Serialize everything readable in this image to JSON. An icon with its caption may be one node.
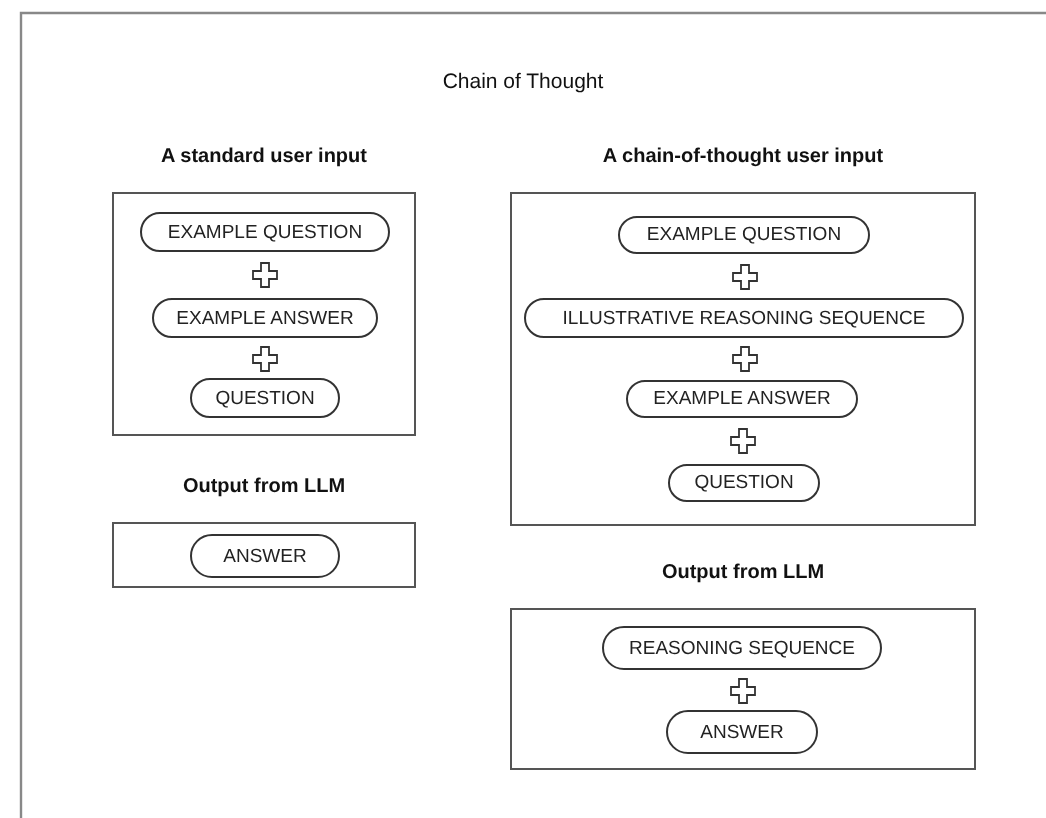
{
  "diagram": {
    "title": "Chain of Thought",
    "nodes": [
      {
        "text": [
          "A standard user input"
        ]
      },
      {
        "text": [
          "EXAMPLE QUESTION"
        ],
        "in": 0
      },
      {
        "text": [
          "EXAMPLE ANSWER"
        ],
        "in": 0
      },
      {
        "text": [
          "QUESTION"
        ],
        "in": 0
      },
      {
        "text": [
          "A chain-of-thought user input"
        ]
      },
      {
        "text": [
          "EXAMPLE QUESTION"
        ],
        "in": 4
      },
      {
        "text": [
          "ILLUSTRATIVE REASONING SEQUENCE"
        ],
        "in": 4
      },
      {
        "text": [
          "EXAMPLE ANSWER"
        ],
        "in": 4
      },
      {
        "text": [
          "QUESTION"
        ],
        "in": 4
      },
      {
        "text": [
          "Output from LLM"
        ]
      },
      {
        "text": [
          "ANSWER"
        ],
        "in": 9
      },
      {
        "text": [
          "Output from LLM"
        ]
      },
      {
        "text": [
          "REASONING SEQUENCE"
        ],
        "in": 11
      },
      {
        "text": [
          "ANSWER"
        ],
        "in": 11
      }
    ]
  }
}
